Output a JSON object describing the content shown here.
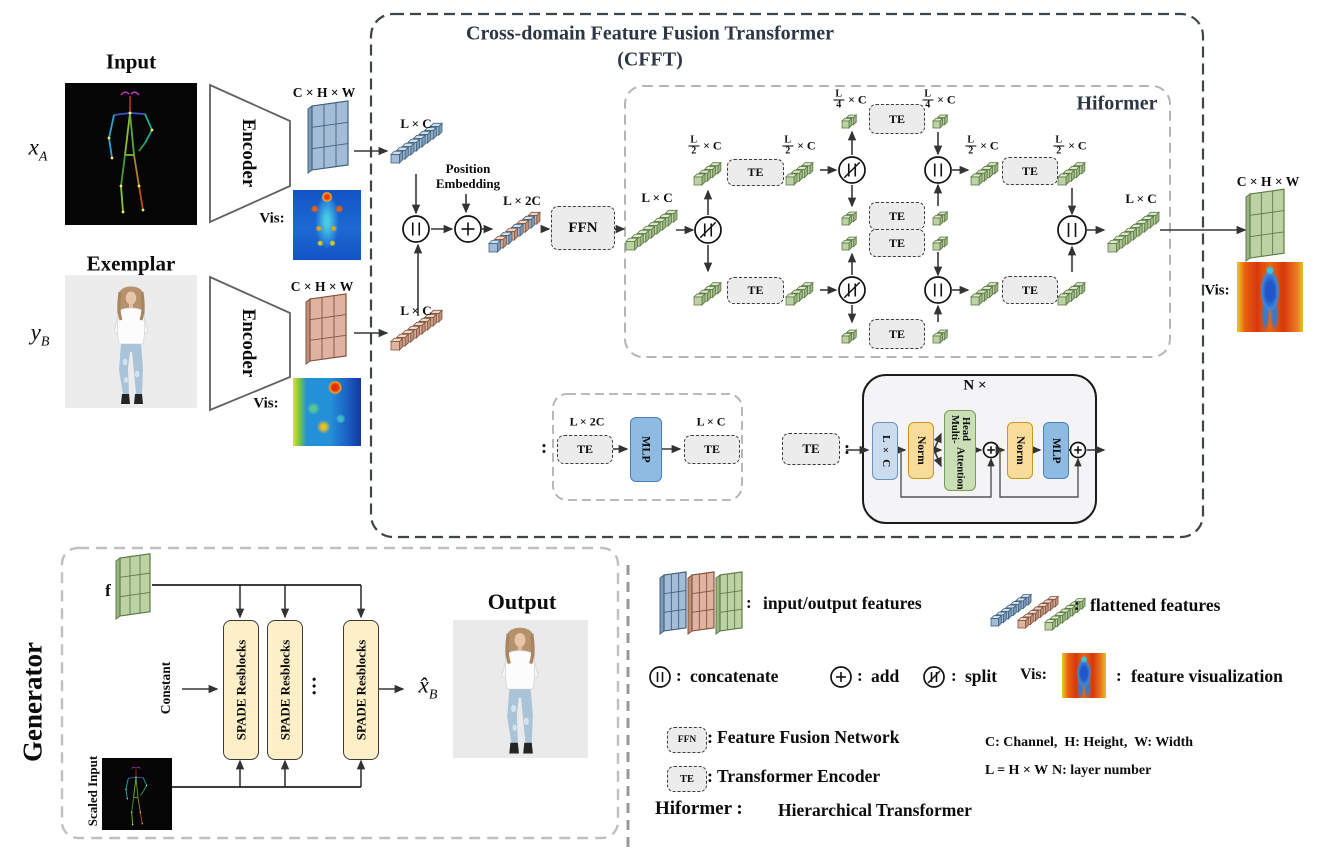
{
  "diagram": {
    "cfft_title_line1": "Cross-domain Feature Fusion Transformer",
    "cfft_title_line2": "(CFFT)",
    "hiformer_label": "Hiformer",
    "n_times": "N ×"
  },
  "io": {
    "input_title": "Input",
    "exemplar_title": "Exemplar",
    "output_title": "Output",
    "x_a": "x",
    "x_a_sub": "A",
    "y_b": "y",
    "y_b_sub": "B",
    "x_hat": "x̂",
    "x_hat_sub": "B",
    "encoder": "Encoder",
    "vis": "Vis:"
  },
  "dims": {
    "c_h_w": "C × H × W",
    "l_c": "L × C",
    "l_2c": "L × 2C",
    "frac_num": "L",
    "frac_den_2": "2",
    "frac_den_4": "4",
    "frac_suffix": "× C"
  },
  "blocks": {
    "ffn": "FFN",
    "te": "TE",
    "mlp": "MLP",
    "norm": "Norm",
    "mha_line1": "Multi-Head",
    "mha_line2": "Attention",
    "position_embedding_line1": "Position",
    "position_embedding_line2": "Embedding",
    "spade": "SPADE Resblocks",
    "constant": "Constant",
    "scaled_input": "Scaled Input",
    "f": "f",
    "ellipsis": "…"
  },
  "legend": {
    "colon": ":",
    "io_features": "input/output features",
    "flattened_features": "flattened features",
    "concatenate": "concatenate",
    "add": "add",
    "split": "split",
    "vis": "Vis:",
    "feature_visualization": "feature visualization",
    "ffn_label": "FFN",
    "ffn_desc": "Feature Fusion Network",
    "te_label": "TE",
    "te_desc": "Transformer Encoder",
    "hiformer_label": "Hiformer :",
    "hiformer_desc": "Hierarchical Transformer",
    "c_h_w_def": "C: Channel,  H: Height,  W: Width",
    "l_def": "L = H × W",
    "n_def": "N: layer number"
  },
  "colors": {
    "feature_blue": "#a3bdd6",
    "feature_pink": "#dfb3a0",
    "feature_green": "#bcd2a5",
    "mlp_blue": "#8fbbe3",
    "norm_yellow": "#f8dc9a",
    "attention_green": "#cadfb6",
    "lc_blue": "#ccdcef",
    "spade_yellow": "#fdf0c8"
  }
}
